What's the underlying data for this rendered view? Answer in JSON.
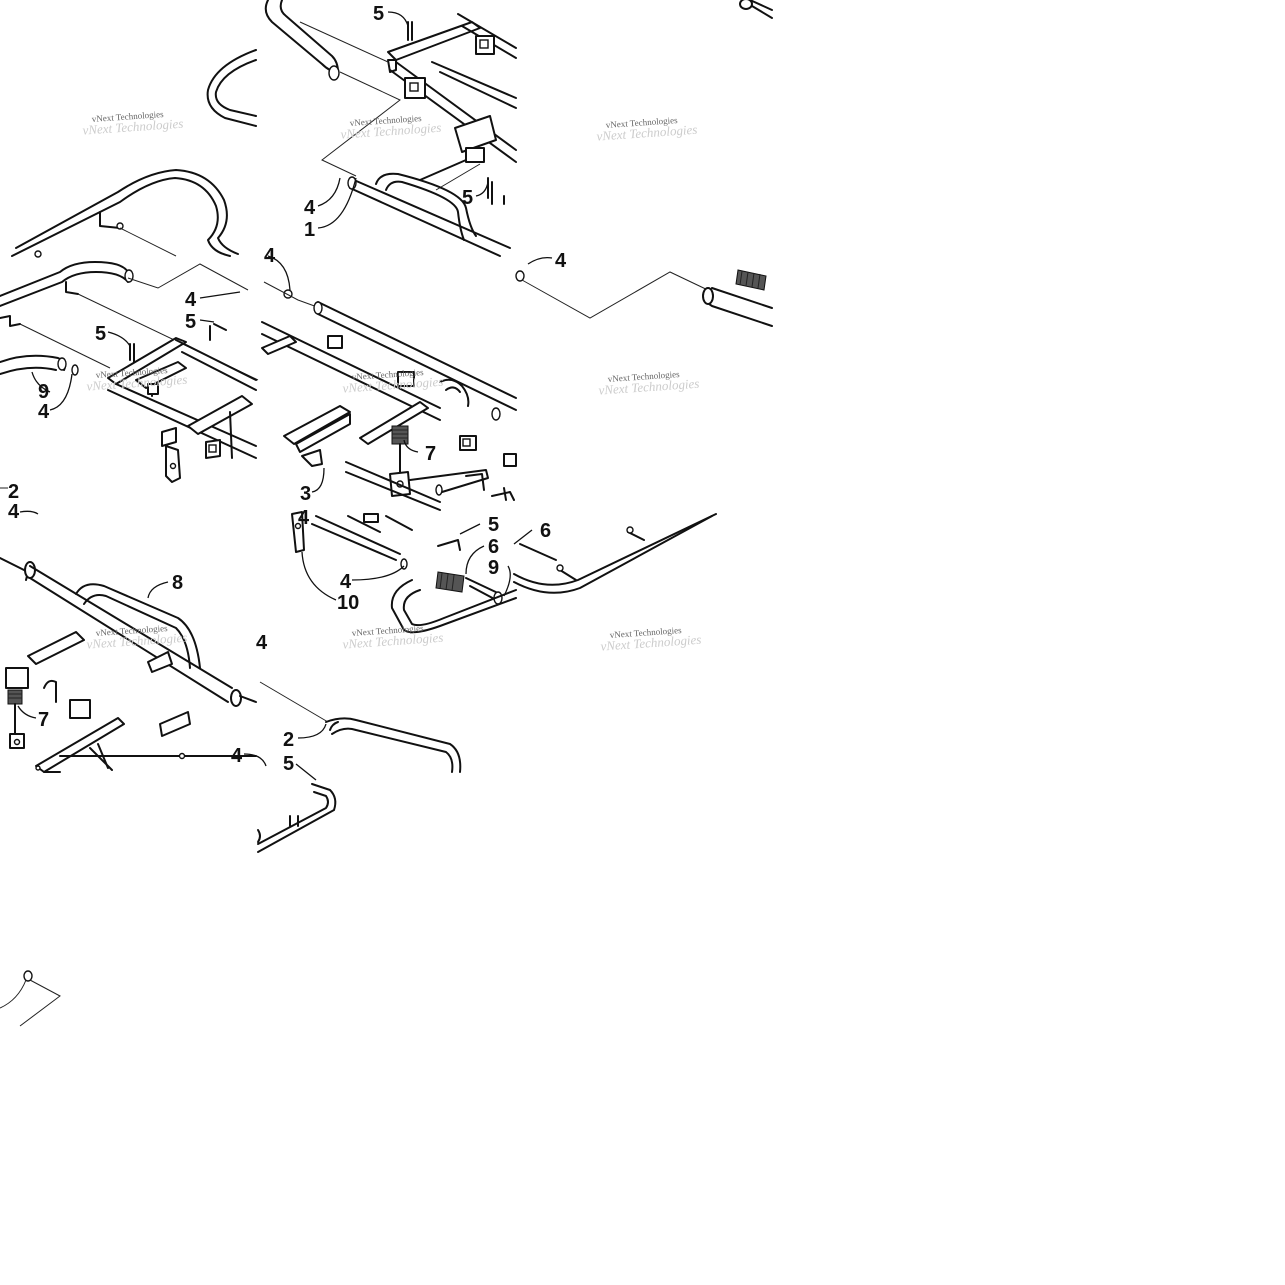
{
  "diagram": {
    "callouts": [
      {
        "id": "c1",
        "label": "5"
      },
      {
        "id": "c2",
        "label": "4"
      },
      {
        "id": "c3",
        "label": "1"
      },
      {
        "id": "c4",
        "label": "5"
      },
      {
        "id": "c5",
        "label": "4"
      },
      {
        "id": "c6",
        "label": "4"
      },
      {
        "id": "c7",
        "label": "4"
      },
      {
        "id": "c8",
        "label": "5"
      },
      {
        "id": "c9",
        "label": "5"
      },
      {
        "id": "c10",
        "label": "9"
      },
      {
        "id": "c11",
        "label": "4"
      },
      {
        "id": "c12",
        "label": "7"
      },
      {
        "id": "c13",
        "label": "3"
      },
      {
        "id": "c14",
        "label": "2"
      },
      {
        "id": "c15",
        "label": "4"
      },
      {
        "id": "c16",
        "label": "4"
      },
      {
        "id": "c17",
        "label": "5"
      },
      {
        "id": "c18",
        "label": "6"
      },
      {
        "id": "c19",
        "label": "6"
      },
      {
        "id": "c20",
        "label": "9"
      },
      {
        "id": "c21",
        "label": "4"
      },
      {
        "id": "c22",
        "label": "10"
      },
      {
        "id": "c23",
        "label": "8"
      },
      {
        "id": "c24",
        "label": "4"
      },
      {
        "id": "c25",
        "label": "7"
      },
      {
        "id": "c26",
        "label": "2"
      },
      {
        "id": "c27",
        "label": "4"
      },
      {
        "id": "c28",
        "label": "5"
      }
    ],
    "watermark_text": "vNext Technologies",
    "watermark_count": 9
  }
}
